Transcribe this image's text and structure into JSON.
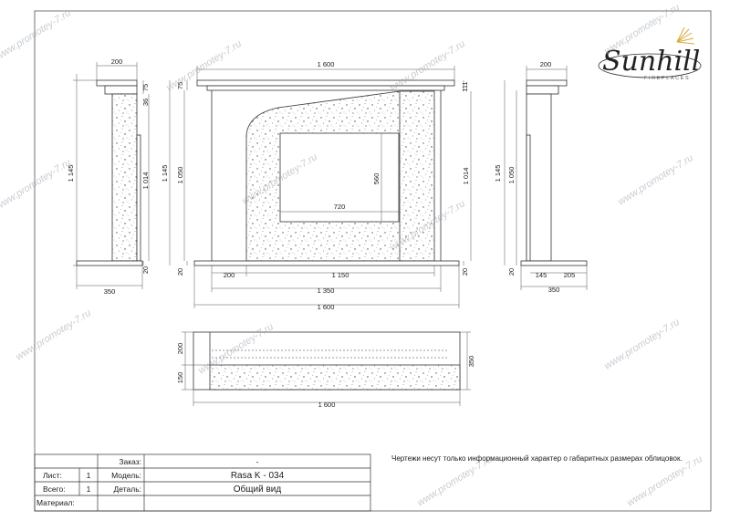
{
  "brand": {
    "name": "Sunhill",
    "tagline": "FIREPLACES"
  },
  "watermark": "www.promotey-7.ru",
  "note": "Чертежи несут только информационный характер о габаритных размерах облицовок.",
  "dims": {
    "side_left": {
      "top": "200",
      "h_total": "1 145",
      "h_top": "75",
      "h_mid": "36",
      "h_body": "1 014",
      "h_base": "20",
      "depth": "350"
    },
    "front": {
      "width_top": "1 600",
      "h_total": "1 145",
      "h_body": "1 050",
      "h_top_r": "111",
      "h_right": "1 014",
      "h_top_l": "75",
      "h_base_l": "20",
      "h_base_r": "20",
      "open_w": "720",
      "open_h": "560",
      "w_200": "200",
      "w_1150": "1 150",
      "w_1350": "1 350",
      "w_1600": "1 600"
    },
    "side_right": {
      "top": "200",
      "h_total": "1 145",
      "h_body": "1 050",
      "h_base": "20",
      "d_145": "145",
      "d_205": "205",
      "depth": "350"
    },
    "plan": {
      "d_200": "200",
      "d_150": "150",
      "d_350": "350",
      "width": "1 600"
    }
  },
  "titleblock": {
    "order_label": "Заказ:",
    "order_value": "-",
    "sheet_label": "Лист:",
    "sheet_value": "1",
    "model_label": "Модель:",
    "model_value": "Rasa K - 034",
    "total_label": "Всего:",
    "total_value": "1",
    "detail_label": "Деталь:",
    "detail_value": "Общий вид",
    "material_label": "Материал:",
    "material_value": ""
  }
}
